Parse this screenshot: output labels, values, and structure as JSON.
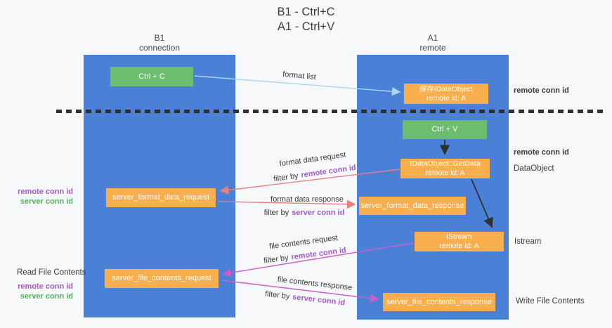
{
  "colors": {
    "background": "#f7f8fa",
    "panel_blue": "#4a80d6",
    "node_green": "#6cbe6e",
    "node_orange": "#f9af4d",
    "accent_purple": "#a55bc8",
    "accent_green": "#55b45c",
    "arrow_salmon": "#e88080",
    "arrow_magenta": "#cb5ecb",
    "arrow_lightblue": "#a9d5f2",
    "arrow_black": "#303030"
  },
  "title": {
    "line1": "B1 - Ctrl+C",
    "line2": "A1 - Ctrl+V"
  },
  "lanes": {
    "left": {
      "name": "B1",
      "role": "connection"
    },
    "right": {
      "name": "A1",
      "role": "remote"
    }
  },
  "nodes": {
    "ctrl_c": {
      "label": "Ctrl + C"
    },
    "ctrl_v": {
      "label": "Ctrl + V"
    },
    "save_dataobject": {
      "line1": "保存IDataObject",
      "line2": "remote id: A"
    },
    "getdata": {
      "line1": "IDataObject::GetData",
      "line2": "remote id: A"
    },
    "istream": {
      "line1": "IStream",
      "line2": "remote id: A"
    },
    "format_request": {
      "label": "server_format_data_request"
    },
    "format_response": {
      "label": "server_format_data_response"
    },
    "file_request": {
      "label": "server_file_contents_request"
    },
    "file_response": {
      "label": "server_file_contents_response"
    }
  },
  "arrows": {
    "format_list": "format list",
    "format_data_request": "format data request",
    "format_data_response": "format data response",
    "file_contents_request": "file contents request",
    "file_contents_response": "file contents response",
    "filter_by": "filter by",
    "remote_conn_id": "remote conn id",
    "server_conn_id": "server conn id"
  },
  "side_labels": {
    "right_remote_conn_id_1": "remote conn id",
    "right_remote_conn_id_2": "remote conn id",
    "dataobject": "DataObject",
    "istream": "Istream",
    "write_file_contents": "Write File Contents",
    "left_remote_conn_id_1": "remote conn id",
    "left_server_conn_id_1": "server conn id",
    "read_file_contents": "Read File Contents",
    "left_remote_conn_id_2": "remote conn id",
    "left_server_conn_id_2": "server conn id"
  }
}
